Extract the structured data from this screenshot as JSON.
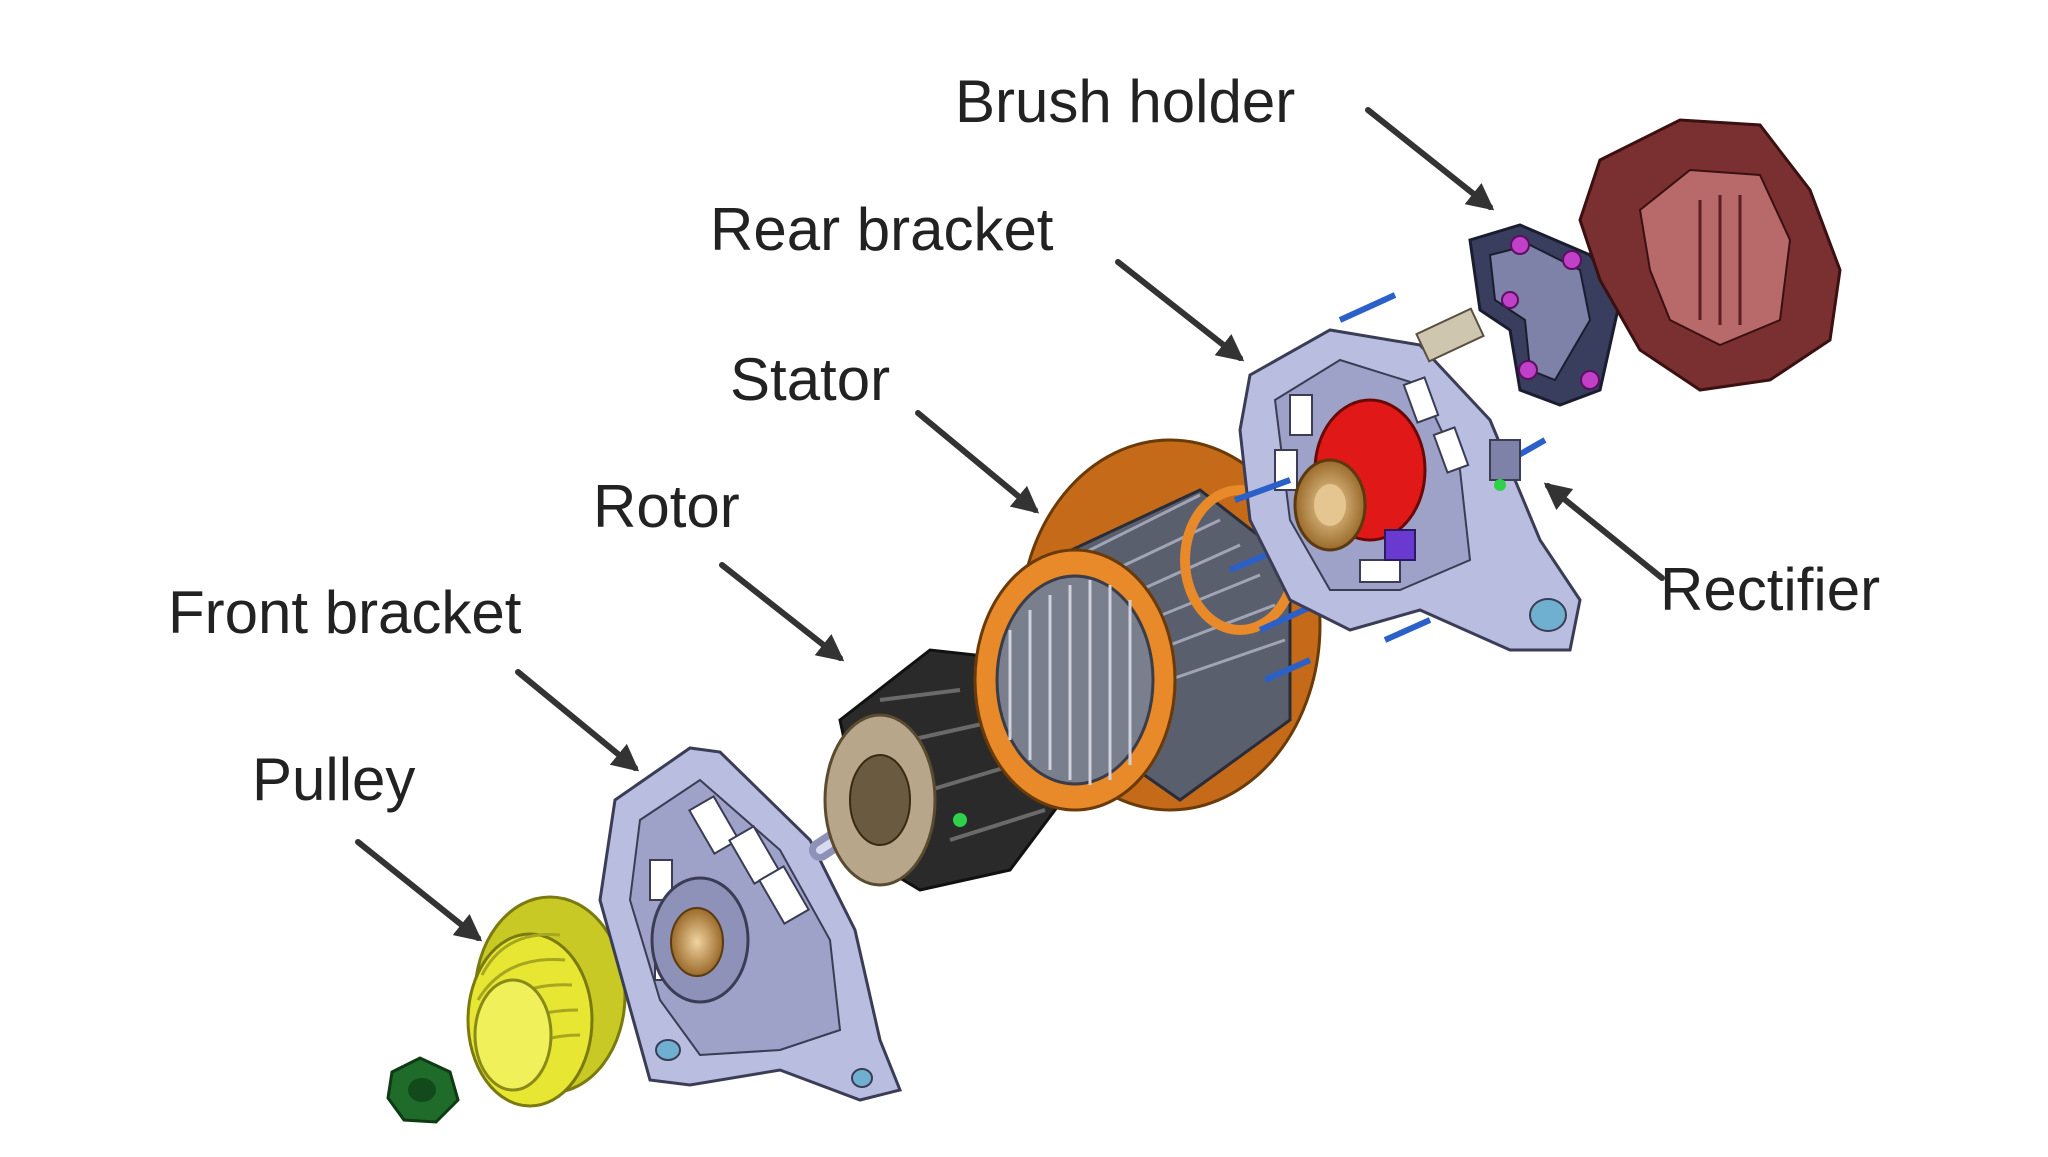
{
  "labels": {
    "brush_holder": "Brush holder",
    "rear_bracket": "Rear bracket",
    "stator": "Stator",
    "rotor": "Rotor",
    "front_bracket": "Front bracket",
    "pulley": "Pulley",
    "rectifier": "Rectifier"
  },
  "colors": {
    "background": "#ffffff",
    "text": "#222222",
    "arrow": "#333333",
    "bracket": "#b9bde0",
    "stator_ring": "#e8892a",
    "stator_core": "#5a5f6e",
    "rotor": "#2a2a2a",
    "pulley": "#e6e633",
    "nut": "#1f6b2a",
    "brush_cover": "#7a3030",
    "bearing": "#c9964a",
    "red_part": "#e01818",
    "bolt": "#2a60c8"
  }
}
